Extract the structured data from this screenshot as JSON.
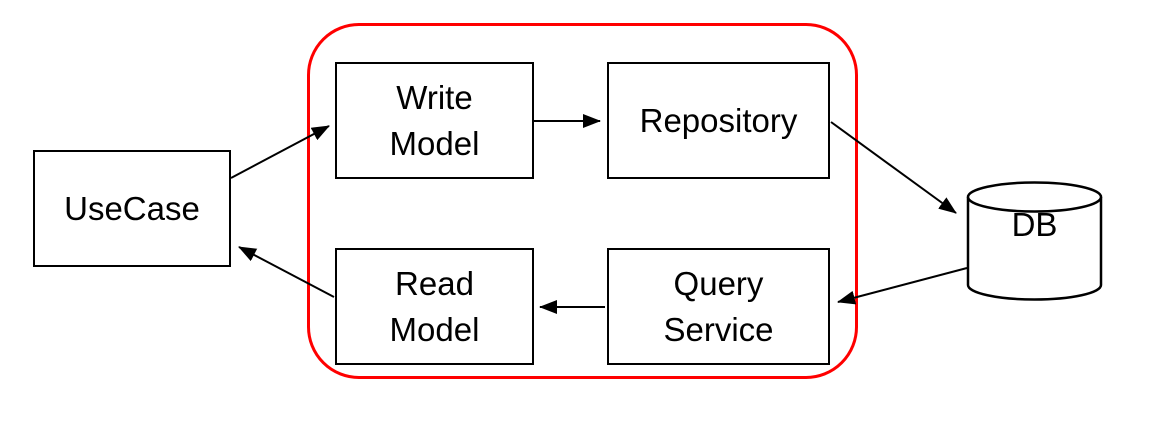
{
  "diagram": {
    "type": "flow-diagram",
    "description": "CQRS architecture flow with write and read paths around a red boundary"
  },
  "colors": {
    "boundary-red": "#ff0000",
    "line-black": "#000000",
    "node-fill": "#ffffff",
    "text-black": "#000000",
    "bg": "#ffffff"
  },
  "nodes": {
    "usecase": {
      "label": "UseCase",
      "shape": "rectangle"
    },
    "write_model": {
      "label": "Write\nModel",
      "shape": "rectangle"
    },
    "repository": {
      "label": "Repository",
      "shape": "rectangle"
    },
    "read_model": {
      "label": "Read\nModel",
      "shape": "rectangle"
    },
    "query_service": {
      "label": "Query\nService",
      "shape": "rectangle"
    },
    "db": {
      "label": "DB",
      "shape": "cylinder"
    }
  },
  "boundary": {
    "style": "red rounded rectangle",
    "contains": [
      "Write Model",
      "Repository",
      "Read Model",
      "Query Service"
    ]
  },
  "edges": [
    {
      "from": "UseCase",
      "to": "Write Model"
    },
    {
      "from": "Write Model",
      "to": "Repository"
    },
    {
      "from": "Repository",
      "to": "DB"
    },
    {
      "from": "DB",
      "to": "Query Service"
    },
    {
      "from": "Query Service",
      "to": "Read Model"
    },
    {
      "from": "Read Model",
      "to": "UseCase"
    }
  ]
}
